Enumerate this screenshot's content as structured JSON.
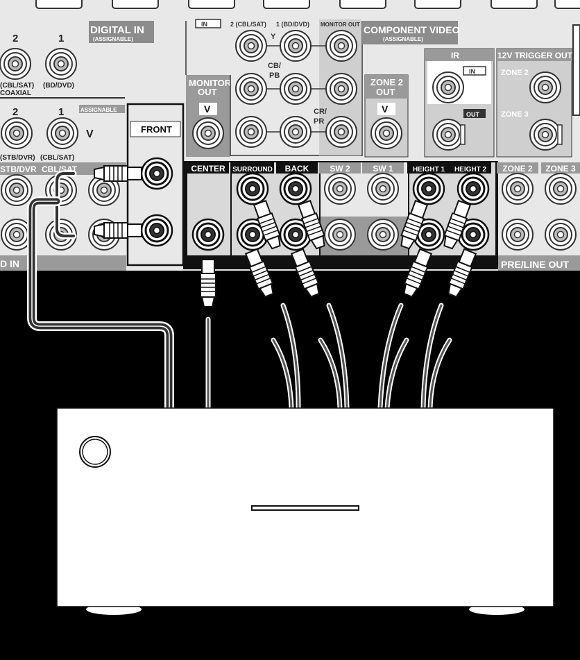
{
  "panel": {
    "digital_in": {
      "title": "DIGITAL IN",
      "subtitle": "(ASSIGNABLE)",
      "jack2_num": "2",
      "jack1_num": "1",
      "jack2_label": "(CBL/SAT)",
      "jack1_label": "(BD/DVD)",
      "coaxial_label": "COAXIAL"
    },
    "video_in": {
      "assignable": "ASSIGNABLE",
      "jack2_num": "2",
      "jack1_num": "1",
      "v_label": "V",
      "jack2_label": "(STB/DVR)",
      "jack1_label": "(CBL/SAT)"
    },
    "audio_in": {
      "col1": "STB/DVR",
      "col2": "CBL/SAT",
      "footer": "D IN"
    },
    "front": {
      "label": "FRONT"
    },
    "monitor_out": {
      "label_line1": "MONITOR",
      "label_line2": "OUT",
      "v_label": "V"
    },
    "component": {
      "in_tag": "IN",
      "jack2_label": "2 (CBL/SAT)",
      "jack1_label": "1 (BD/DVD)",
      "monitor_out": "MONITOR OUT",
      "title": "COMPONENT VIDEO",
      "subtitle": "(ASSIGNABLE)",
      "y": "Y",
      "cb": "CB/",
      "pb": "PB",
      "cr": "CR/",
      "pr": "PR"
    },
    "zone2_out": {
      "line1": "ZONE 2",
      "line2": "OUT",
      "v_label": "V"
    },
    "ir": {
      "title": "IR",
      "in_label": "IN",
      "out_label": "OUT"
    },
    "trigger": {
      "title": "12V TRIGGER OUT",
      "zone2": "ZONE 2",
      "zone3": "ZONE 3"
    },
    "pre_out": {
      "labels": [
        "CENTER",
        "SURROUND",
        "BACK",
        "SW 2",
        "SW 1",
        "HEIGHT 1",
        "HEIGHT 2",
        "ZONE 2",
        "ZONE 3"
      ],
      "footer": "PRE/LINE OUT"
    }
  },
  "colors": {
    "panel": "#e8e8e8",
    "dark_section": "#9a9a9a",
    "background": "#000000",
    "amplifier": "#ffffff"
  },
  "icons": [
    "rca-jack-icon",
    "rca-plug-icon",
    "power-button-icon",
    "amplifier-icon"
  ]
}
